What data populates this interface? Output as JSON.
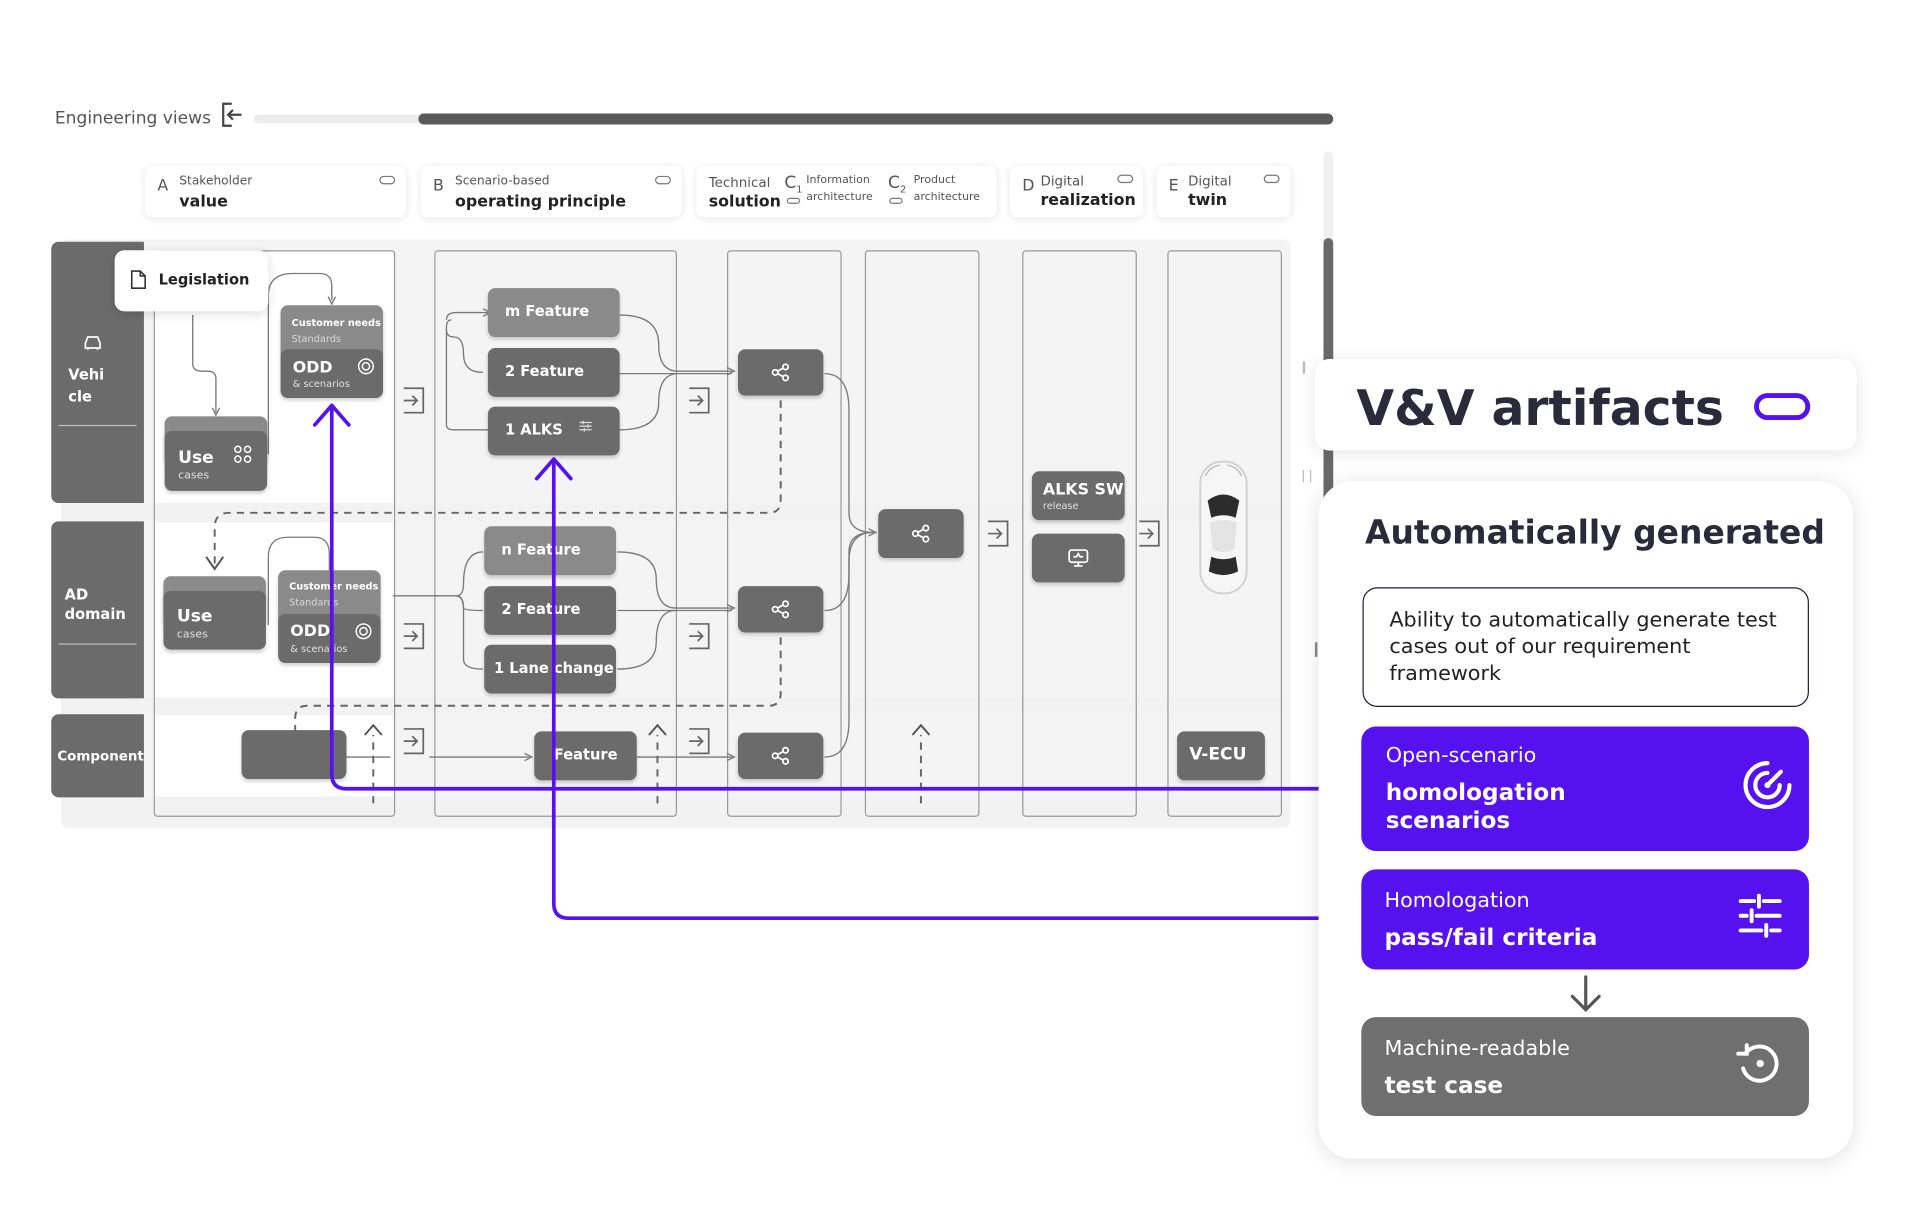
{
  "top_bar": {
    "label": "Engineering views"
  },
  "headers": {
    "a": {
      "letter": "A",
      "small": "Stakeholder",
      "large": "value"
    },
    "b": {
      "letter": "B",
      "small": "Scenario-based",
      "large": "operating principle"
    },
    "c": {
      "small": "Technical",
      "large": "solution",
      "c1_letter": "C",
      "c1_sub": "1",
      "c1_l1": "Information",
      "c1_l2": "architecture",
      "c2_letter": "C",
      "c2_sub": "2",
      "c2_l1": "Product",
      "c2_l2": "architecture"
    },
    "d": {
      "letter": "D",
      "small": "Digital",
      "large": "realization"
    },
    "e": {
      "letter": "E",
      "small": "Digital",
      "large": "twin"
    }
  },
  "lanes": {
    "vehicle_l1": "Vehi",
    "vehicle_l2": "cle",
    "ad_l1": "AD",
    "ad_l2": "domain",
    "component": "Component"
  },
  "nodes": {
    "legislation": "Legislation",
    "customer_needs": "Customer needs",
    "standards": "Standards",
    "odd": "ODD",
    "odd_sub": "& scenarios",
    "use": "Use",
    "use_sub": "cases",
    "m_feature": "m Feature",
    "two_feature": "2 Feature",
    "one_alks": "1 ALKS",
    "n_feature": "n Feature",
    "one_lane_change": "1 Lane change",
    "feature": "Feature",
    "alks_sw": "ALKS SW",
    "alks_sw_sub": "release",
    "v_ecu": "V-ECU"
  },
  "vv_panel": {
    "title": "V&V artifacts",
    "heading": "Automatically generated",
    "description": "Ability to automatically generate test cases out of our requirement framework",
    "open_scenario": {
      "line1": "Open-scenario",
      "line2": "homologation",
      "line3": "scenarios"
    },
    "criteria": {
      "line1": "Homologation",
      "line2": "pass/fail criteria"
    },
    "machine": {
      "line1": "Machine-readable",
      "line2": "test case"
    },
    "colors": {
      "purple": "#5511ee",
      "grey": "#6f6f6f"
    }
  }
}
